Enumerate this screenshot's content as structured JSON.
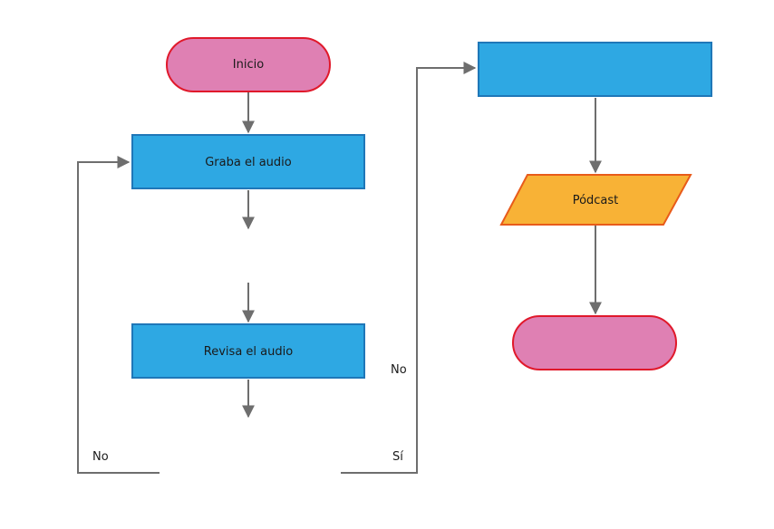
{
  "nodes": {
    "start": {
      "label": "Inicio",
      "shape": "terminator"
    },
    "record": {
      "label": "Graba el audio",
      "shape": "process"
    },
    "review": {
      "label": "Revisa el audio",
      "shape": "process"
    },
    "top_right_process": {
      "label": "",
      "shape": "process"
    },
    "podcast": {
      "label": "Pódcast",
      "shape": "data"
    },
    "end": {
      "label": "",
      "shape": "terminator"
    }
  },
  "edge_labels": {
    "loop_no_left": "No",
    "no_middle": "No",
    "yes_middle": "Sí"
  },
  "colors": {
    "terminator_fill": "#df80b3",
    "terminator_stroke": "#e0192b",
    "process_fill": "#2ea8e3",
    "process_stroke": "#1f77b8",
    "data_fill": "#f8b236",
    "data_stroke": "#e85b1a",
    "connector": "#6e6e6e"
  }
}
